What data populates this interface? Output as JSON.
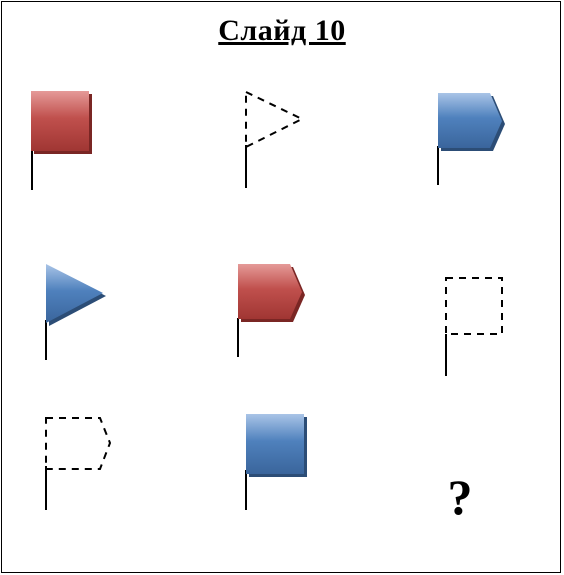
{
  "slide": {
    "title": "Слайд 10",
    "question_mark": "?"
  },
  "grid": {
    "rows": 3,
    "columns": 3,
    "cells": [
      {
        "row": 1,
        "col": 1,
        "shape": "square",
        "style": "filled",
        "color": "#c0504d"
      },
      {
        "row": 1,
        "col": 2,
        "shape": "triangle",
        "style": "dashed-outline",
        "color": "#000000"
      },
      {
        "row": 1,
        "col": 3,
        "shape": "pentagon",
        "style": "filled",
        "color": "#4f81bd"
      },
      {
        "row": 2,
        "col": 1,
        "shape": "triangle",
        "style": "filled",
        "color": "#4f81bd"
      },
      {
        "row": 2,
        "col": 2,
        "shape": "pentagon",
        "style": "filled",
        "color": "#c0504d"
      },
      {
        "row": 2,
        "col": 3,
        "shape": "square",
        "style": "dashed-outline",
        "color": "#000000"
      },
      {
        "row": 3,
        "col": 1,
        "shape": "pentagon",
        "style": "dashed-outline",
        "color": "#000000"
      },
      {
        "row": 3,
        "col": 2,
        "shape": "square",
        "style": "filled",
        "color": "#4f81bd"
      },
      {
        "row": 3,
        "col": 3,
        "shape": "unknown",
        "style": "question",
        "color": "#000000"
      }
    ]
  }
}
